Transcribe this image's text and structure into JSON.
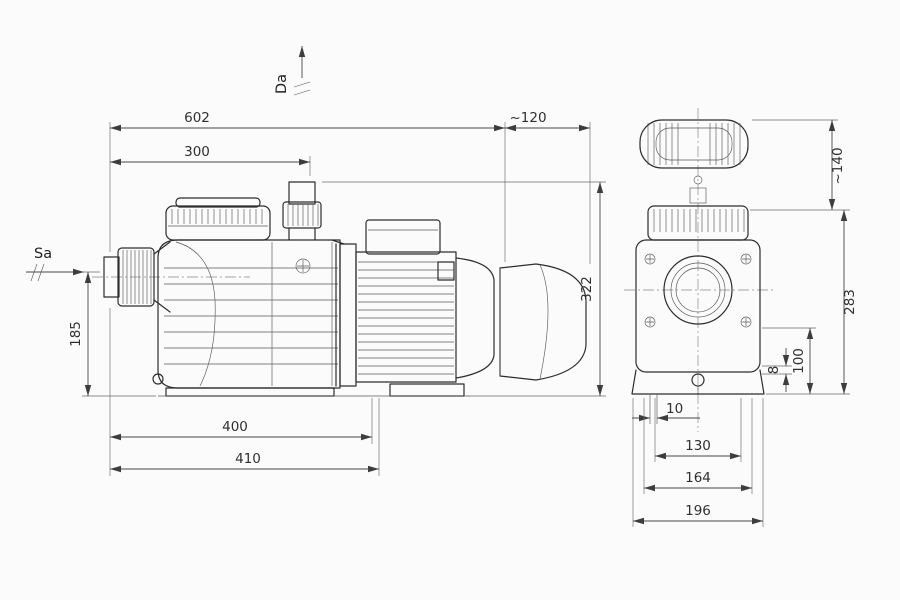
{
  "ports": {
    "suction_label": "Sa",
    "discharge_label": "Da"
  },
  "side_view": {
    "overall_length": "602",
    "suction_to_discharge": "300",
    "motor_extension": "~120",
    "overall_height": "322",
    "suction_axis_height": "185",
    "foot_length": "400",
    "base_length": "410"
  },
  "front_view": {
    "lid_clearance": "~140",
    "overall_height": "283",
    "foot_hole_height": "100",
    "slot_offset": "8",
    "slot_width": "10",
    "foot_hole_spacing": "130",
    "foot_width": "164",
    "overall_width": "196"
  }
}
